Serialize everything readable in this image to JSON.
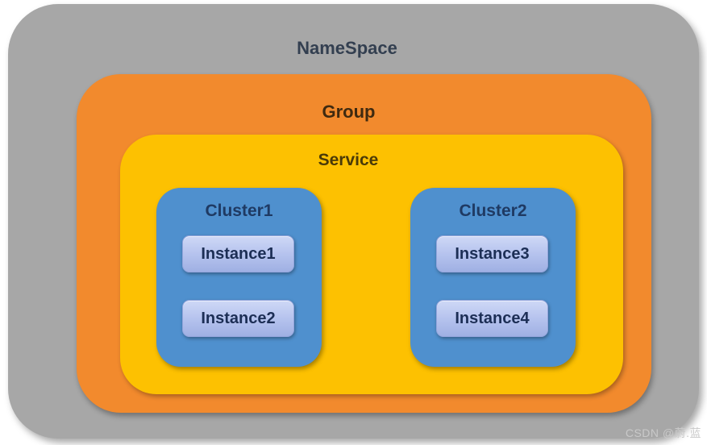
{
  "diagram": {
    "namespace": {
      "label": "NameSpace",
      "fill_color": "#a7a7a7",
      "text_color": "#333f50"
    },
    "group": {
      "label": "Group",
      "fill_color": "#f28a2d",
      "text_color": "#3f2a10"
    },
    "service": {
      "label": "Service",
      "fill_color": "#fdc101",
      "text_color": "#4a3a08"
    },
    "clusters": [
      {
        "label": "Cluster1",
        "fill_color": "#4f90ce",
        "text_color": "#1f3a63",
        "instances": [
          "Instance1",
          "Instance2"
        ]
      },
      {
        "label": "Cluster2",
        "fill_color": "#4f90ce",
        "text_color": "#1f3a63",
        "instances": [
          "Instance3",
          "Instance4"
        ]
      }
    ],
    "instance_style": {
      "fill_top": "#ced8f6",
      "fill_bottom": "#9fb0e3",
      "border_color": "#93a5dc",
      "text_color": "#1c2e55"
    }
  },
  "watermark": {
    "text": "CSDN @蔚.蓝",
    "color": "#c9c9c9"
  }
}
